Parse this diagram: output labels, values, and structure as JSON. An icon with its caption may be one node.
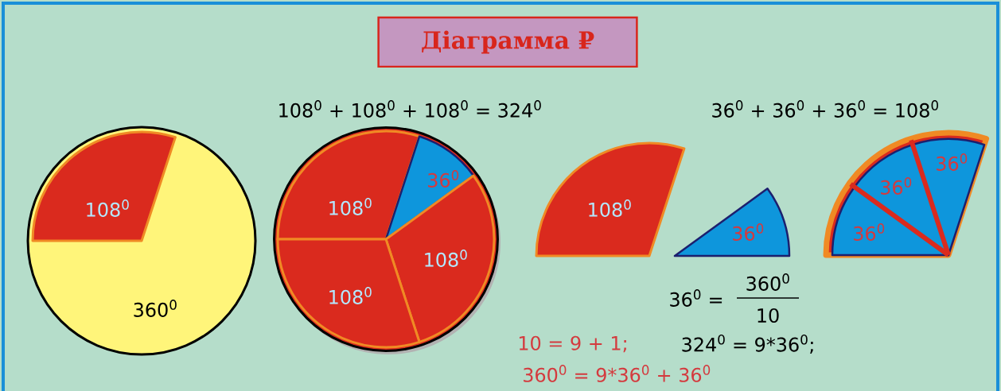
{
  "diagram": {
    "title": "Діаграмма ₽",
    "nodes": [
      {
        "text": [
          "360$^{0}$"
        ]
      },
      {
        "text": [
          "108$^{0}$"
        ],
        "in": 0
      },
      {
        "text": [],
        "shape": "circle"
      },
      {
        "text": [
          "108$^{0}$"
        ],
        "in": 2
      },
      {
        "text": [
          "36$^{0}$"
        ],
        "in": 2
      },
      {
        "text": [
          "108$^{0}$"
        ],
        "in": 2
      },
      {
        "text": [
          "108$^{0}$"
        ],
        "in": 2
      },
      {
        "text": [
          "108$^{0}$"
        ]
      },
      {
        "text": [
          "36$^{0}$"
        ]
      },
      {
        "text": [],
        "shape": "sector"
      },
      {
        "text": [
          "36$^{0}$"
        ],
        "in": 9
      },
      {
        "text": [
          "36$^{0}$"
        ],
        "in": 9
      },
      {
        "text": [
          "36$^{0}$"
        ],
        "in": 9
      }
    ],
    "labels": [
      "108$^{0}$ + 108$^{0}$ + 108$^{0}$ = 324$^{0}$",
      "36$^{0}$ + 36$^{0}$ + 36$^{0}$ = 108$^{0}$",
      "36$^{0}$ =",
      "360$^{0}$",
      "10",
      "10 = 9 + 1;",
      "324$^{0}$ = 9*36$^{0}$;",
      "360$^{0}$ = 9*36$^{0}$ + 36$^{0}$"
    ]
  }
}
